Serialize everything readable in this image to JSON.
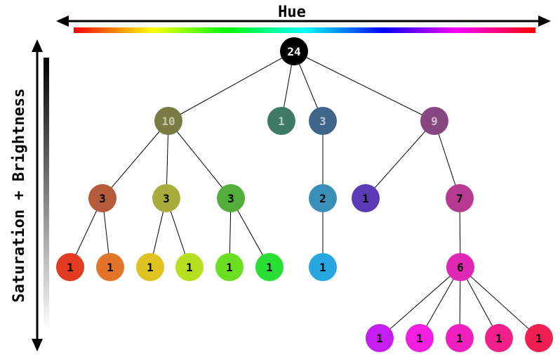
{
  "axes": {
    "hue_label": "Hue",
    "vertical_label": "Saturation + Brightness"
  },
  "nodes": [
    {
      "id": "root",
      "label": "24",
      "color": "#000000",
      "text_color": "#ffffff"
    },
    {
      "id": "n10",
      "label": "10",
      "color": "#7a7a44",
      "text_color": "#c8c8a8"
    },
    {
      "id": "n1a",
      "label": "1",
      "color": "#3f7a66",
      "text_color": "#b5d0c5"
    },
    {
      "id": "n3a",
      "label": "3",
      "color": "#3f6688",
      "text_color": "#b5c6d6"
    },
    {
      "id": "n9",
      "label": "9",
      "color": "#86467f",
      "text_color": "#d6bcd2"
    },
    {
      "id": "n3b",
      "label": "3",
      "color": "#b55a3a",
      "text_color": "#000000"
    },
    {
      "id": "n3c",
      "label": "3",
      "color": "#a9ac3a",
      "text_color": "#000000"
    },
    {
      "id": "n3d",
      "label": "3",
      "color": "#52ad3a",
      "text_color": "#000000"
    },
    {
      "id": "n2",
      "label": "2",
      "color": "#3a8fb8",
      "text_color": "#000000"
    },
    {
      "id": "n1b",
      "label": "1",
      "color": "#5a3ab5",
      "text_color": "#000000"
    },
    {
      "id": "n7",
      "label": "7",
      "color": "#b53a90",
      "text_color": "#000000"
    },
    {
      "id": "l1",
      "label": "1",
      "color": "#e33b22",
      "text_color": "#000000"
    },
    {
      "id": "l2",
      "label": "1",
      "color": "#e3752a",
      "text_color": "#000000"
    },
    {
      "id": "l3",
      "label": "1",
      "color": "#dfc322",
      "text_color": "#000000"
    },
    {
      "id": "l4",
      "label": "1",
      "color": "#b7df22",
      "text_color": "#000000"
    },
    {
      "id": "l5",
      "label": "1",
      "color": "#6bdf22",
      "text_color": "#000000"
    },
    {
      "id": "l6",
      "label": "1",
      "color": "#29df33",
      "text_color": "#000000"
    },
    {
      "id": "l7",
      "label": "1",
      "color": "#27a6df",
      "text_color": "#000000"
    },
    {
      "id": "n6",
      "label": "6",
      "color": "#df27b3",
      "text_color": "#000000"
    },
    {
      "id": "m1",
      "label": "1",
      "color": "#c41ff0",
      "text_color": "#000000"
    },
    {
      "id": "m2",
      "label": "1",
      "color": "#f01fe0",
      "text_color": "#000000"
    },
    {
      "id": "m3",
      "label": "1",
      "color": "#f01fbf",
      "text_color": "#000000"
    },
    {
      "id": "m4",
      "label": "1",
      "color": "#f01f8a",
      "text_color": "#000000"
    },
    {
      "id": "m5",
      "label": "1",
      "color": "#f01f52",
      "text_color": "#000000"
    }
  ],
  "edges": [
    [
      "root",
      "n10"
    ],
    [
      "root",
      "n1a"
    ],
    [
      "root",
      "n3a"
    ],
    [
      "root",
      "n9"
    ],
    [
      "n10",
      "n3b"
    ],
    [
      "n10",
      "n3c"
    ],
    [
      "n10",
      "n3d"
    ],
    [
      "n3a",
      "n2"
    ],
    [
      "n9",
      "n1b"
    ],
    [
      "n9",
      "n7"
    ],
    [
      "n3b",
      "l1"
    ],
    [
      "n3b",
      "l2"
    ],
    [
      "n3c",
      "l3"
    ],
    [
      "n3c",
      "l4"
    ],
    [
      "n3d",
      "l5"
    ],
    [
      "n3d",
      "l6"
    ],
    [
      "n2",
      "l7"
    ],
    [
      "n7",
      "n6"
    ],
    [
      "n6",
      "m1"
    ],
    [
      "n6",
      "m2"
    ],
    [
      "n6",
      "m3"
    ],
    [
      "n6",
      "m4"
    ],
    [
      "n6",
      "m5"
    ]
  ]
}
